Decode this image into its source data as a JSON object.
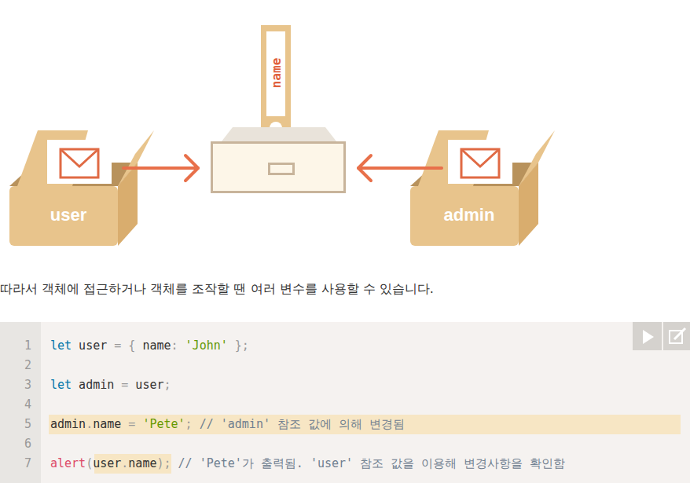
{
  "diagram": {
    "nodes": [
      {
        "text": [
          "user"
        ]
      },
      {
        "text": [
          "name"
        ]
      },
      {
        "text": [
          "admin"
        ]
      }
    ],
    "edges": [
      {
        "from": 0,
        "to": 1,
        "arrow": "to"
      },
      {
        "from": 2,
        "to": 1,
        "arrow": "to"
      }
    ],
    "labels": [
      "따라서 객체에 접근하거나 객체를 조작할 땐 여러 변수를 사용할 수 있습니다.",
      "1",
      "2",
      "3",
      "4",
      "5",
      "6",
      "7",
      "let user = { name: 'John' };",
      "let admin = user;",
      "admin.name = 'Pete'; // 'admin' 참조 값에 의해 변경됨",
      "alert(user.name); // 'Pete'가 출력됨. 'user' 참조 값을 이용해 변경사항을 확인함"
    ]
  }
}
